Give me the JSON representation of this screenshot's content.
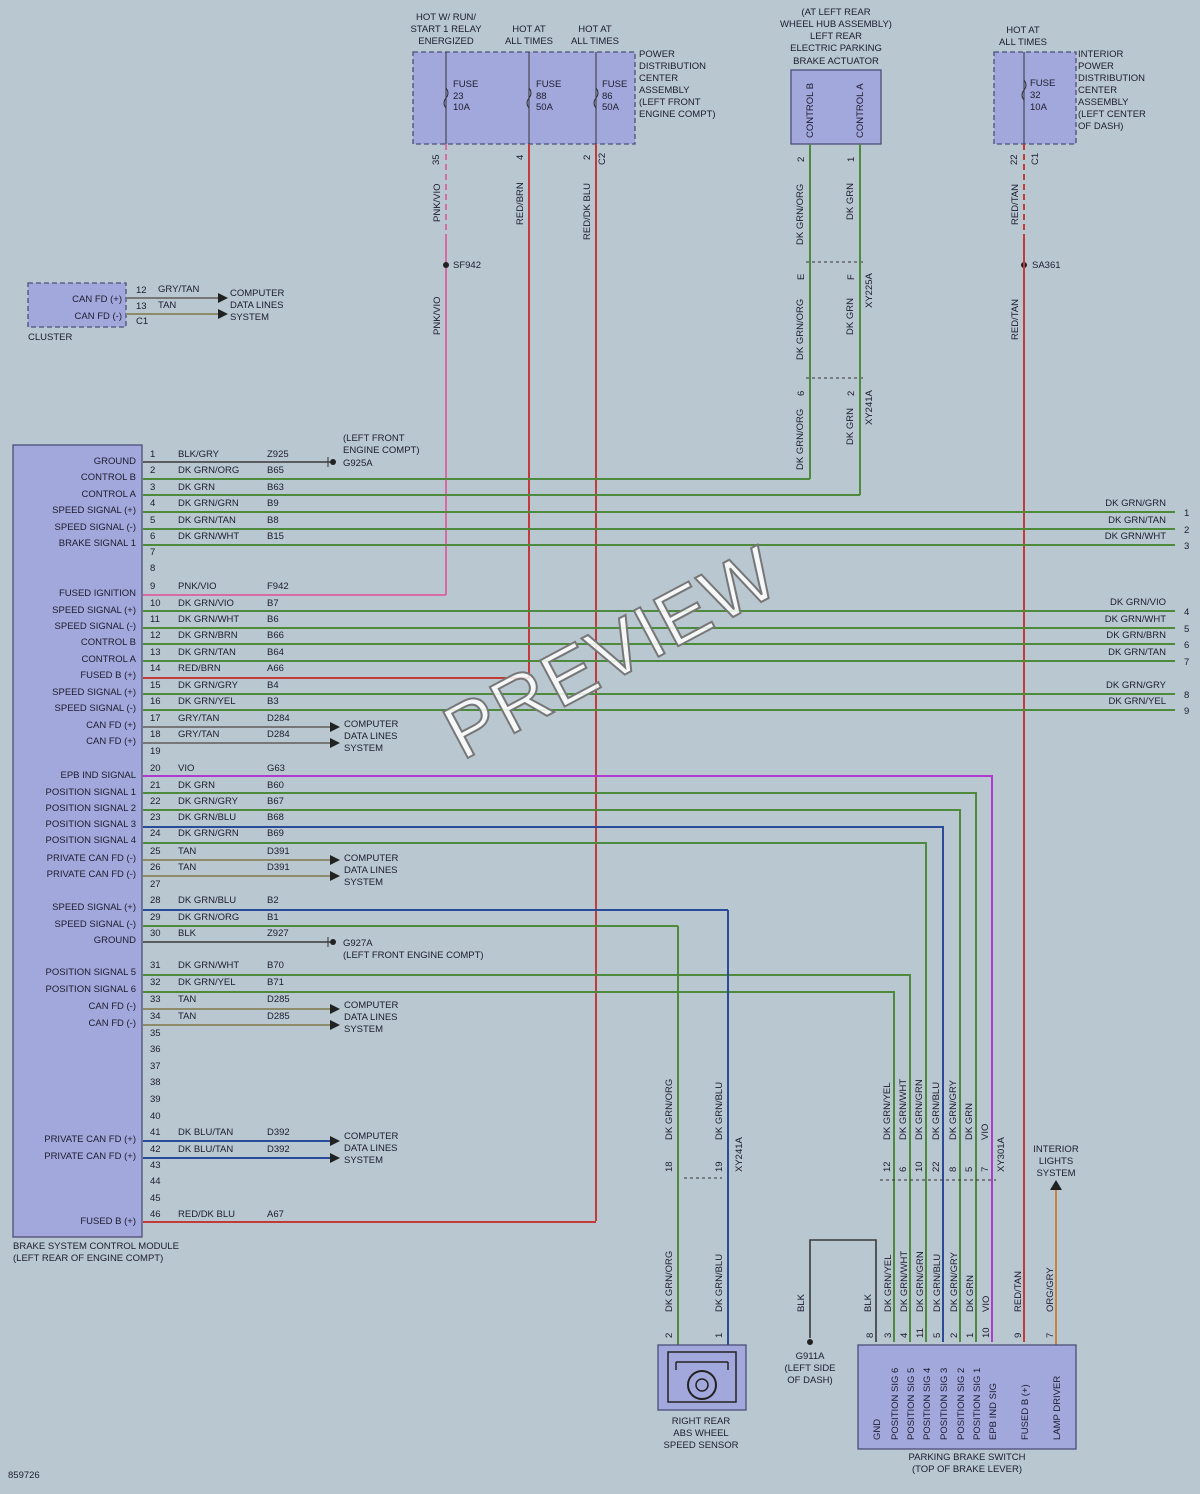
{
  "top_blocks": {
    "pdc_labels": [
      "HOT W/ RUN/",
      "START 1 RELAY",
      "ENERGIZED",
      "HOT AT",
      "ALL TIMES",
      "HOT AT",
      "ALL TIMES"
    ],
    "pdc_name": [
      "POWER",
      "DISTRIBUTION",
      "CENTER",
      "ASSEMBLY",
      "(LEFT FRONT",
      "ENGINE COMPT)"
    ],
    "fuses": [
      {
        "name": "FUSE",
        "num": "23",
        "amp": "10A",
        "pin": "35",
        "wire": "PNK/VIO"
      },
      {
        "name": "FUSE",
        "num": "88",
        "amp": "50A",
        "pin": "4",
        "wire": "RED/BRN"
      },
      {
        "name": "FUSE",
        "num": "86",
        "amp": "50A",
        "pin": "2",
        "wire": "RED/DK BLU",
        "conn": "C2"
      }
    ],
    "splice_sf": "SF942",
    "epb_labels": [
      "(AT LEFT REAR",
      "WHEEL HUB ASSEMBLY)",
      "LEFT REAR",
      "ELECTRIC PARKING",
      "BRAKE ACTUATOR"
    ],
    "epb_pins": [
      "CONTROL B",
      "CONTROL A"
    ],
    "epb_wires": [
      {
        "pin": "2",
        "wire": "DK GRN/ORG"
      },
      {
        "pin": "1",
        "wire": "DK GRN"
      }
    ],
    "conn_xy225": {
      "pins": [
        "E",
        "F"
      ],
      "name": "XY225A",
      "wires": [
        "DK GRN/ORG",
        "DK GRN"
      ]
    },
    "conn_xy241": {
      "pins": [
        "6",
        "2"
      ],
      "name": "XY241A",
      "wires": [
        "DK GRN/ORG",
        "DK GRN"
      ]
    },
    "ipdc_hot": [
      "HOT AT",
      "ALL TIMES"
    ],
    "ipdc_name": [
      "INTERIOR",
      "POWER",
      "DISTRIBUTION",
      "CENTER",
      "ASSEMBLY",
      "(LEFT CENTER",
      "OF DASH)"
    ],
    "ipdc_fuse": {
      "name": "FUSE",
      "num": "32",
      "amp": "10A",
      "pin": "22",
      "conn": "C1",
      "wire": "RED/TAN"
    },
    "splice_sa": "SA361"
  },
  "cluster": {
    "name": "CLUSTER",
    "pins": [
      {
        "label": "CAN FD (+)",
        "pin": "12",
        "wire": "GRY/TAN"
      },
      {
        "label": "CAN FD (-)",
        "pin": "13",
        "wire": "TAN"
      }
    ],
    "conn": "C1",
    "dest": [
      "COMPUTER",
      "DATA LINES",
      "SYSTEM"
    ]
  },
  "module": {
    "name": [
      "BRAKE SYSTEM CONTROL MODULE",
      "(LEFT REAR OF ENGINE COMPT)"
    ],
    "pins": [
      {
        "pin": "1",
        "label": "GROUND",
        "wire": "BLK/GRY",
        "circuit": "Z925"
      },
      {
        "pin": "2",
        "label": "CONTROL B",
        "wire": "DK GRN/ORG",
        "circuit": "B65"
      },
      {
        "pin": "3",
        "label": "CONTROL A",
        "wire": "DK GRN",
        "circuit": "B63"
      },
      {
        "pin": "4",
        "label": "SPEED SIGNAL (+)",
        "wire": "DK GRN/GRN",
        "circuit": "B9"
      },
      {
        "pin": "5",
        "label": "SPEED SIGNAL (-)",
        "wire": "DK GRN/TAN",
        "circuit": "B8"
      },
      {
        "pin": "6",
        "label": "BRAKE SIGNAL 1",
        "wire": "DK GRN/WHT",
        "circuit": "B15"
      },
      {
        "pin": "7",
        "label": "",
        "wire": "",
        "circuit": ""
      },
      {
        "pin": "8",
        "label": "",
        "wire": "",
        "circuit": ""
      },
      {
        "pin": "9",
        "label": "FUSED IGNITION",
        "wire": "PNK/VIO",
        "circuit": "F942"
      },
      {
        "pin": "10",
        "label": "SPEED SIGNAL (+)",
        "wire": "DK GRN/VIO",
        "circuit": "B7"
      },
      {
        "pin": "11",
        "label": "SPEED SIGNAL (-)",
        "wire": "DK GRN/WHT",
        "circuit": "B6"
      },
      {
        "pin": "12",
        "label": "CONTROL B",
        "wire": "DK GRN/BRN",
        "circuit": "B66"
      },
      {
        "pin": "13",
        "label": "CONTROL A",
        "wire": "DK GRN/TAN",
        "circuit": "B64"
      },
      {
        "pin": "14",
        "label": "FUSED B (+)",
        "wire": "RED/BRN",
        "circuit": "A66"
      },
      {
        "pin": "15",
        "label": "SPEED SIGNAL (+)",
        "wire": "DK GRN/GRY",
        "circuit": "B4"
      },
      {
        "pin": "16",
        "label": "SPEED SIGNAL (-)",
        "wire": "DK GRN/YEL",
        "circuit": "B3"
      },
      {
        "pin": "17",
        "label": "CAN FD (+)",
        "wire": "GRY/TAN",
        "circuit": "D284"
      },
      {
        "pin": "18",
        "label": "CAN FD (+)",
        "wire": "GRY/TAN",
        "circuit": "D284"
      },
      {
        "pin": "19",
        "label": "",
        "wire": "",
        "circuit": ""
      },
      {
        "pin": "20",
        "label": "EPB IND SIGNAL",
        "wire": "VIO",
        "circuit": "G63"
      },
      {
        "pin": "21",
        "label": "POSITION SIGNAL 1",
        "wire": "DK GRN",
        "circuit": "B60"
      },
      {
        "pin": "22",
        "label": "POSITION SIGNAL 2",
        "wire": "DK GRN/GRY",
        "circuit": "B67"
      },
      {
        "pin": "23",
        "label": "POSITION SIGNAL 3",
        "wire": "DK GRN/BLU",
        "circuit": "B68"
      },
      {
        "pin": "24",
        "label": "POSITION SIGNAL 4",
        "wire": "DK GRN/GRN",
        "circuit": "B69"
      },
      {
        "pin": "25",
        "label": "PRIVATE CAN FD (-)",
        "wire": "TAN",
        "circuit": "D391"
      },
      {
        "pin": "26",
        "label": "PRIVATE CAN FD (-)",
        "wire": "TAN",
        "circuit": "D391"
      },
      {
        "pin": "27",
        "label": "",
        "wire": "",
        "circuit": ""
      },
      {
        "pin": "28",
        "label": "SPEED SIGNAL (+)",
        "wire": "DK GRN/BLU",
        "circuit": "B2"
      },
      {
        "pin": "29",
        "label": "SPEED SIGNAL (-)",
        "wire": "DK GRN/ORG",
        "circuit": "B1"
      },
      {
        "pin": "30",
        "label": "GROUND",
        "wire": "BLK",
        "circuit": "Z927"
      },
      {
        "pin": "31",
        "label": "POSITION SIGNAL 5",
        "wire": "DK GRN/WHT",
        "circuit": "B70"
      },
      {
        "pin": "32",
        "label": "POSITION SIGNAL 6",
        "wire": "DK GRN/YEL",
        "circuit": "B71"
      },
      {
        "pin": "33",
        "label": "CAN FD (-)",
        "wire": "TAN",
        "circuit": "D285"
      },
      {
        "pin": "34",
        "label": "CAN FD (-)",
        "wire": "TAN",
        "circuit": "D285"
      },
      {
        "pin": "35",
        "label": "",
        "wire": "",
        "circuit": ""
      },
      {
        "pin": "36",
        "label": "",
        "wire": "",
        "circuit": ""
      },
      {
        "pin": "37",
        "label": "",
        "wire": "",
        "circuit": ""
      },
      {
        "pin": "38",
        "label": "",
        "wire": "",
        "circuit": ""
      },
      {
        "pin": "39",
        "label": "",
        "wire": "",
        "circuit": ""
      },
      {
        "pin": "40",
        "label": "",
        "wire": "",
        "circuit": ""
      },
      {
        "pin": "41",
        "label": "PRIVATE CAN FD (+)",
        "wire": "DK BLU/TAN",
        "circuit": "D392"
      },
      {
        "pin": "42",
        "label": "PRIVATE CAN FD (+)",
        "wire": "DK BLU/TAN",
        "circuit": "D392"
      },
      {
        "pin": "43",
        "label": "",
        "wire": "",
        "circuit": ""
      },
      {
        "pin": "44",
        "label": "",
        "wire": "",
        "circuit": ""
      },
      {
        "pin": "45",
        "label": "",
        "wire": "",
        "circuit": ""
      },
      {
        "pin": "46",
        "label": "FUSED B (+)",
        "wire": "RED/DK BLU",
        "circuit": "A67"
      }
    ],
    "ground_refs": [
      {
        "name": "G925A",
        "loc": [
          "(LEFT FRONT",
          "ENGINE COMPT)"
        ]
      },
      {
        "name": "G927A",
        "loc": [
          "(LEFT FRONT ENGINE COMPT)"
        ]
      }
    ],
    "dest": [
      "COMPUTER",
      "DATA LINES",
      "SYSTEM"
    ]
  },
  "right_side": [
    {
      "wire": "DK GRN/GRN",
      "num": "1"
    },
    {
      "wire": "DK GRN/TAN",
      "num": "2"
    },
    {
      "wire": "DK GRN/WHT",
      "num": "3"
    },
    {
      "wire": "DK GRN/VIO",
      "num": "4"
    },
    {
      "wire": "DK GRN/WHT",
      "num": "5"
    },
    {
      "wire": "DK GRN/BRN",
      "num": "6"
    },
    {
      "wire": "DK GRN/TAN",
      "num": "7"
    },
    {
      "wire": "DK GRN/GRY",
      "num": "8"
    },
    {
      "wire": "DK GRN/YEL",
      "num": "9"
    }
  ],
  "abs": {
    "name": [
      "RIGHT REAR",
      "ABS WHEEL",
      "SPEED SENSOR"
    ],
    "conn_pins": [
      "18",
      "19"
    ],
    "conn_name": "XY241A",
    "wires": [
      "DK GRN/ORG",
      "DK GRN/BLU"
    ],
    "sensor_pins": [
      "2",
      "1"
    ]
  },
  "ground_g911": {
    "wire": "BLK",
    "name": "G911A",
    "loc": [
      "(LEFT SIDE",
      "OF DASH)"
    ]
  },
  "interior_lights": [
    "INTERIOR",
    "LIGHTS",
    "SYSTEM"
  ],
  "parking_switch": {
    "name": [
      "PARKING BRAKE SWITCH",
      "(TOP OF BRAKE LEVER)"
    ],
    "conn_name": "XY301A",
    "upper_pins": [
      "12",
      "6",
      "10",
      "22",
      "8",
      "5",
      "7"
    ],
    "upper_wires": [
      "DK GRN/YEL",
      "DK GRN/WHT",
      "DK GRN/GRN",
      "DK GRN/BLU",
      "DK GRN/GRY",
      "DK GRN",
      "VIO"
    ],
    "pins": [
      {
        "pin": "8",
        "label": "GND",
        "wire": "BLK"
      },
      {
        "pin": "3",
        "label": "POSITION SIG 6",
        "wire": "DK GRN/YEL"
      },
      {
        "pin": "4",
        "label": "POSITION SIG 5",
        "wire": "DK GRN/WHT"
      },
      {
        "pin": "11",
        "label": "POSITION SIG 4",
        "wire": "DK GRN/GRN"
      },
      {
        "pin": "5",
        "label": "POSITION SIG 3",
        "wire": "DK GRN/BLU"
      },
      {
        "pin": "2",
        "label": "POSITION SIG 2",
        "wire": "DK GRN/GRY"
      },
      {
        "pin": "1",
        "label": "POSITION SIG 1",
        "wire": "DK GRN"
      },
      {
        "pin": "10",
        "label": "EPB IND SIG",
        "wire": "VIO"
      },
      {
        "pin": "9",
        "label": "FUSED B (+)",
        "wire": "RED/TAN"
      },
      {
        "pin": "7",
        "label": "LAMP DRIVER",
        "wire": "ORG/GRY"
      }
    ]
  },
  "figure_id": "859726",
  "watermark": "PREVIEW"
}
